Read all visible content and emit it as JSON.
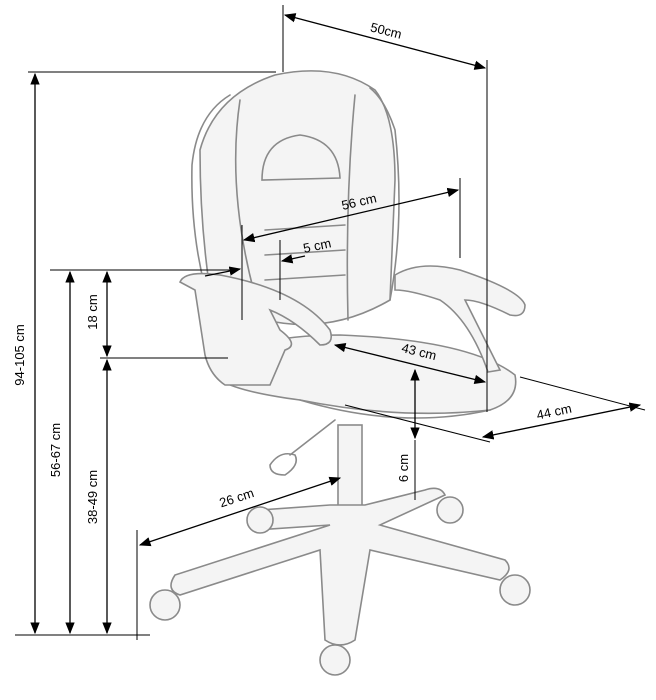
{
  "dimensions": {
    "width_top": "50cm",
    "seat_width_inner": "56 cm",
    "armrest_width": "5 cm",
    "armrest_height": "18 cm",
    "seat_depth": "43 cm",
    "seat_width": "44 cm",
    "total_height": "94-105 cm",
    "armrest_floor_height": "56-67 cm",
    "seat_height": "38-49 cm",
    "base_radius": "26 cm",
    "seat_thickness": "6 cm"
  }
}
